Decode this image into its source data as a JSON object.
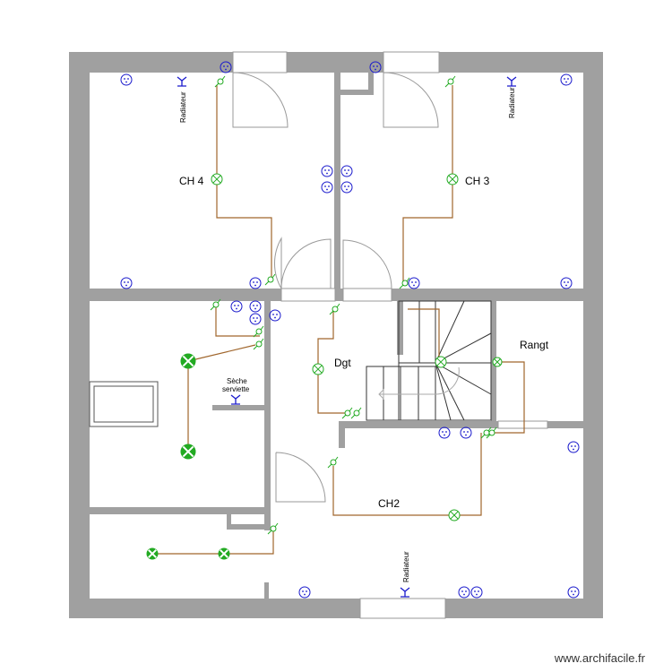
{
  "rooms": {
    "ch4": "CH 4",
    "ch3": "CH 3",
    "dgt": "Dgt",
    "rangt": "Rangt",
    "ch2": "CH2"
  },
  "equipment": {
    "radiator_ch4": "Radiateur",
    "radiator_ch3": "Radiateur",
    "radiator_bottom": "Radiateur",
    "towel_dryer_line1": "Sèche",
    "towel_dryer_line2": "serviette"
  },
  "watermark": "www.archifacile.fr",
  "colors": {
    "wall": "#a0a0a0",
    "wire": "#a0662c",
    "socket": "#1a1acc",
    "light": "#22aa22"
  }
}
